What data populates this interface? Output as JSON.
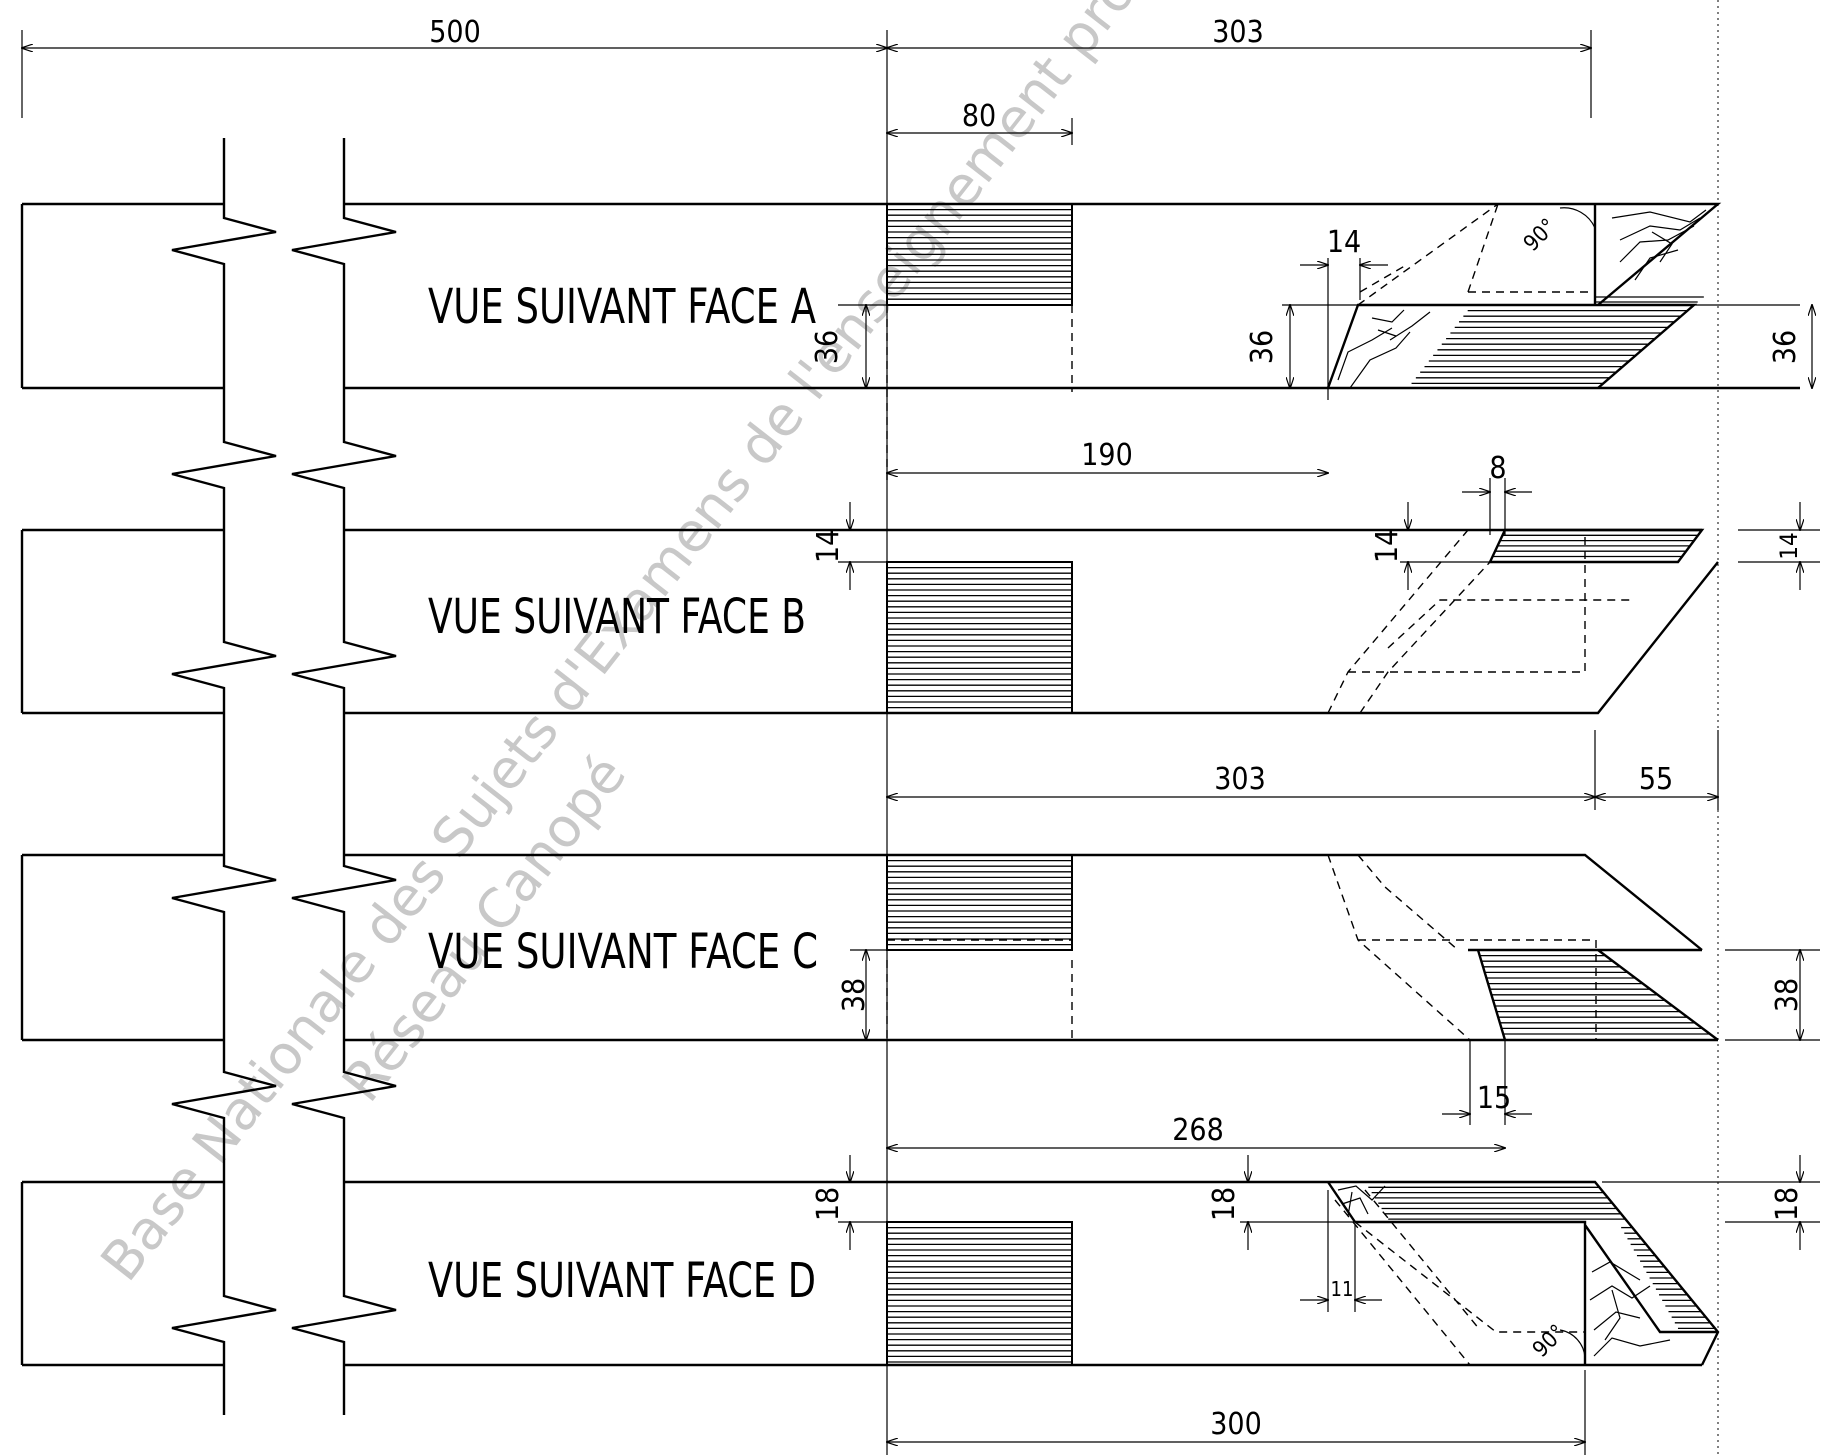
{
  "views": {
    "a": "VUE SUIVANT FACE A",
    "b": "VUE SUIVANT FACE B",
    "c": "VUE SUIVANT FACE C",
    "d": "VUE SUIVANT FACE D"
  },
  "dimensions": {
    "top_left": "500",
    "top_right": "303",
    "tenon_width": "80",
    "a_right_36": "36",
    "a_mid_36": "36",
    "a_left_36": "36",
    "a_14": "14",
    "a_angle": "90°",
    "a_190": "190",
    "b_8": "8",
    "b_left_14": "14",
    "b_mid_14": "14",
    "b_right_14": "14",
    "c_303": "303",
    "c_55": "55",
    "c_left_38": "38",
    "c_right_38": "38",
    "c_15": "15",
    "d_268": "268",
    "d_left_18": "18",
    "d_mid_18": "18",
    "d_right_18": "18",
    "d_11": "11",
    "d_angle": "90°",
    "d_300": "300"
  },
  "watermark": {
    "line1": "Base Nationale des Sujets d'Examens de l'enseignement professionnel",
    "line2": "Réseau Canopé"
  }
}
